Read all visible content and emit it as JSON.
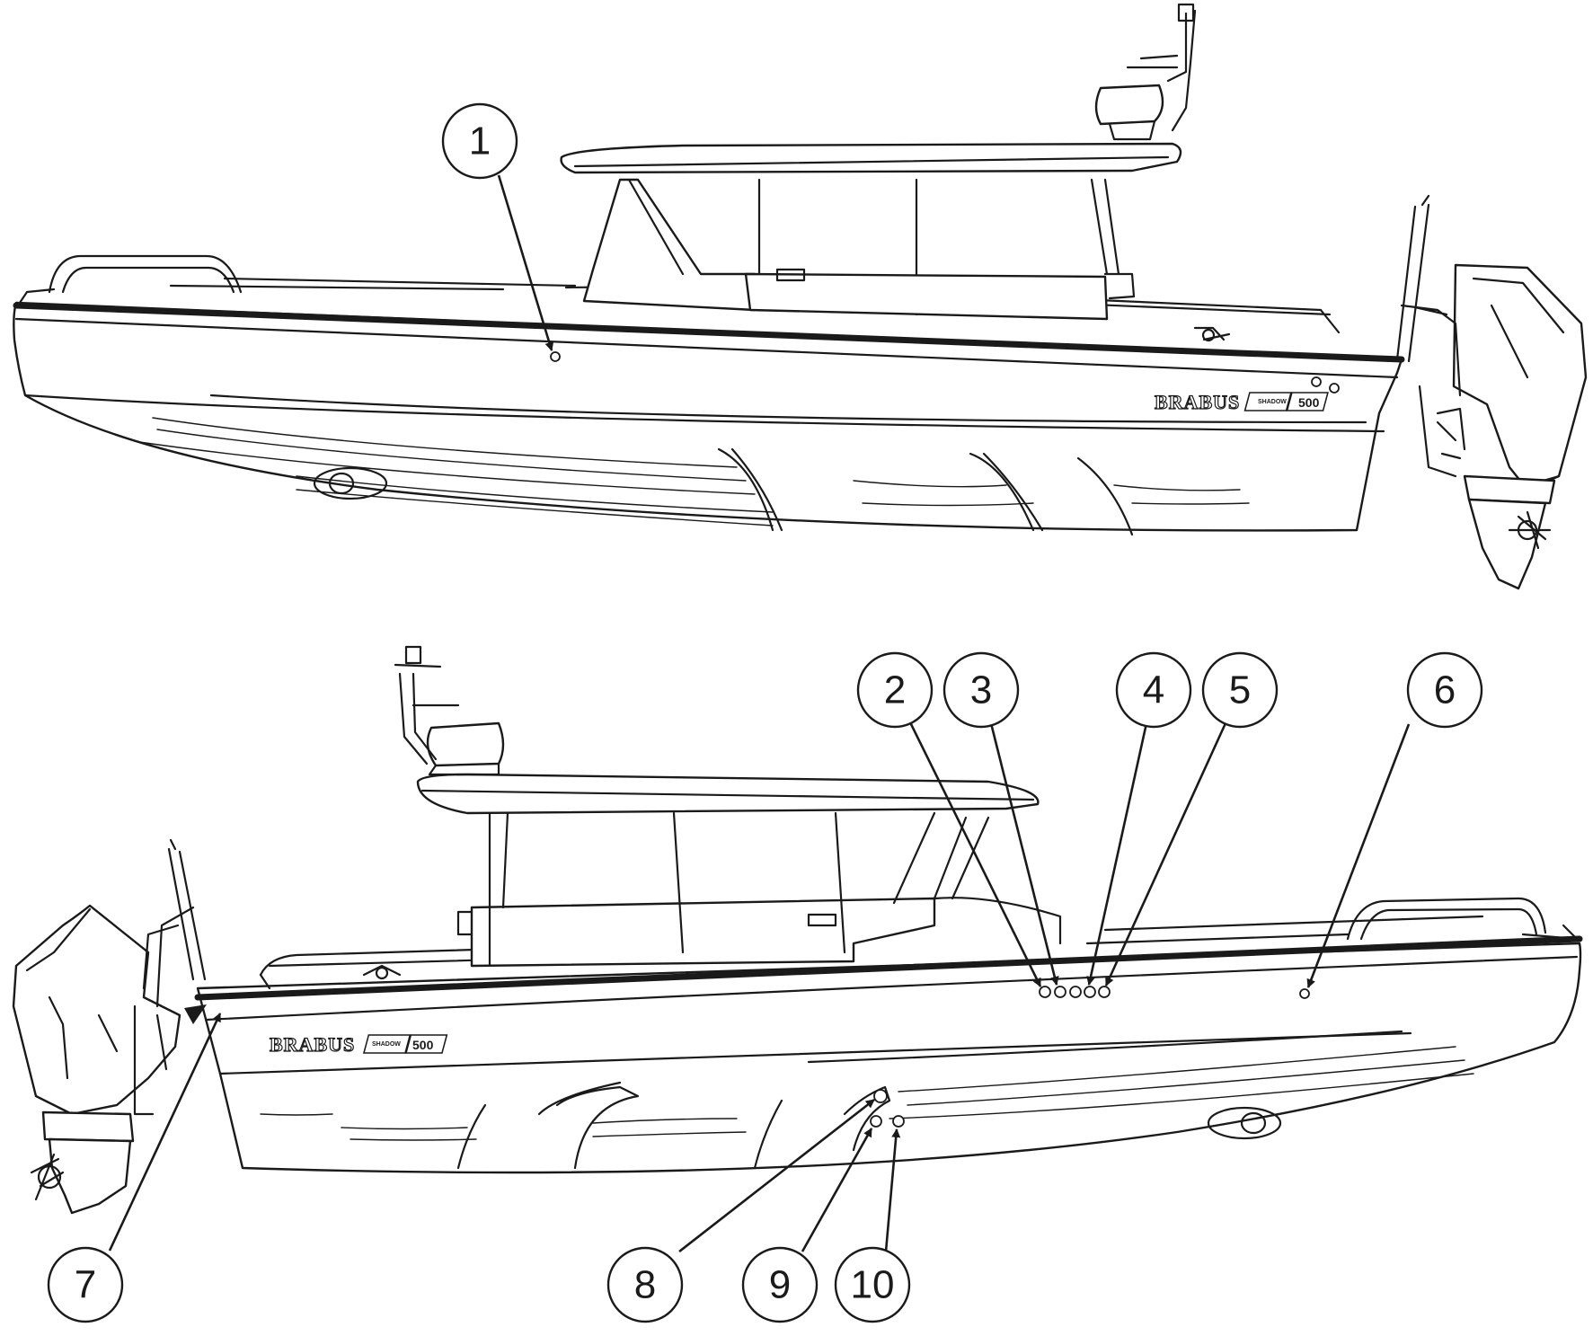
{
  "brand": {
    "name": "BRABUS",
    "model_small": "SHADOW",
    "model_number": "500"
  },
  "callouts": [
    {
      "id": "1",
      "label": "1"
    },
    {
      "id": "2",
      "label": "2"
    },
    {
      "id": "3",
      "label": "3"
    },
    {
      "id": "4",
      "label": "4"
    },
    {
      "id": "5",
      "label": "5"
    },
    {
      "id": "6",
      "label": "6"
    },
    {
      "id": "7",
      "label": "7"
    },
    {
      "id": "8",
      "label": "8"
    },
    {
      "id": "9",
      "label": "9"
    },
    {
      "id": "10",
      "label": "10"
    }
  ],
  "colors": {
    "ink": "#1a1a1a",
    "paper": "#ffffff"
  }
}
